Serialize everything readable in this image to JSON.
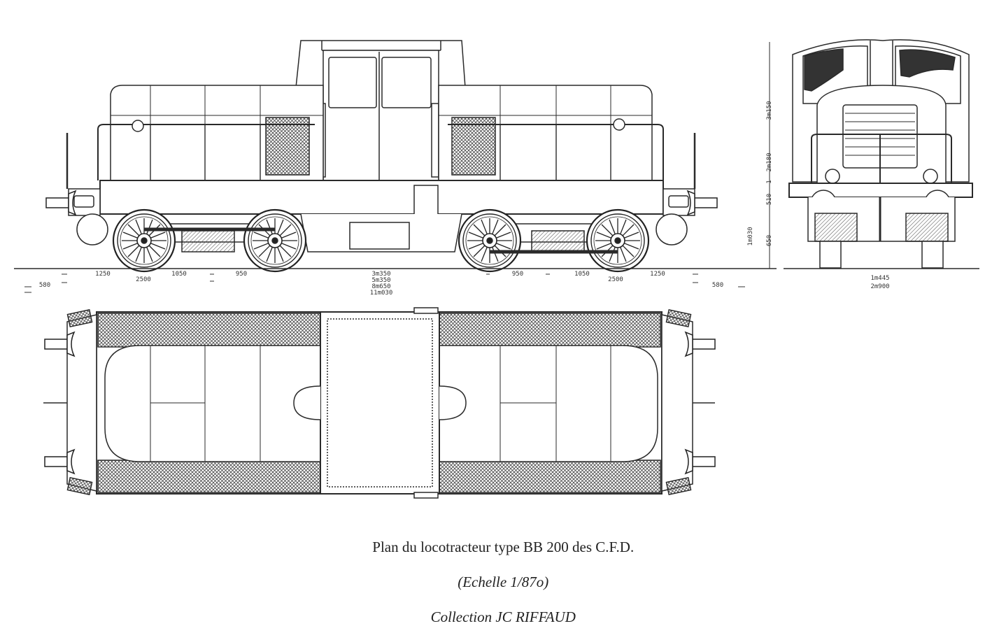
{
  "caption": {
    "main": "Plan du locotracteur type BB 200 des C.F.D.",
    "scale": "(Echelle 1/87o)",
    "collection": "Collection JC RIFFAUD"
  },
  "side_view_dimensions": {
    "left": [
      "1250",
      "2500",
      "1050",
      "950",
      "580"
    ],
    "center": [
      "3m350",
      "5m350",
      "8m650",
      "11m030"
    ],
    "right": [
      "950",
      "1050",
      "2500",
      "1250",
      "580"
    ]
  },
  "end_view_dimensions": {
    "vertical": [
      "3m150",
      "2m180",
      "1",
      "510",
      "1m030",
      "650"
    ],
    "horizontal": [
      "1m445",
      "2m900"
    ]
  },
  "colors": {
    "ink": "#2a2a2a",
    "hatch": "#555555",
    "paper": "#ffffff"
  }
}
